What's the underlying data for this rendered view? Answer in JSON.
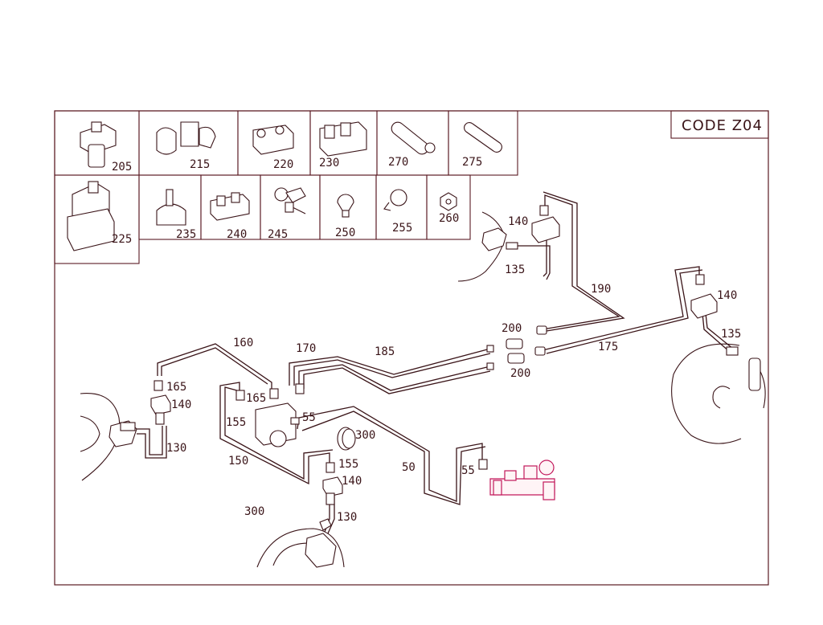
{
  "code_label": "CODE Z04",
  "part_callouts": {
    "p205": "205",
    "p215": "215",
    "p220": "220",
    "p230": "230",
    "p270": "270",
    "p275": "275",
    "p225": "225",
    "p235": "235",
    "p240": "240",
    "p245": "245",
    "p250": "250",
    "p255": "255",
    "p260": "260"
  },
  "diagram_callouts": {
    "c140_top": "140",
    "c135_top": "135",
    "c190": "190",
    "c140_right": "140",
    "c135_right": "135",
    "c175": "175",
    "c200_upper": "200",
    "c200_lower": "200",
    "c185": "185",
    "c170": "170",
    "c160": "160",
    "c165_left": "165",
    "c140_left": "140",
    "c130_left": "130",
    "c165_mid": "165",
    "c155_mid": "155",
    "c55_mid": "55",
    "c300_mid": "300",
    "c150": "150",
    "c155_low": "155",
    "c140_low": "140",
    "c130_low": "130",
    "c300_low": "300",
    "c50": "50",
    "c55_right": "55"
  },
  "colors": {
    "line": "#3a1418",
    "frame": "#5a1a22",
    "highlight": "#c2185b"
  }
}
